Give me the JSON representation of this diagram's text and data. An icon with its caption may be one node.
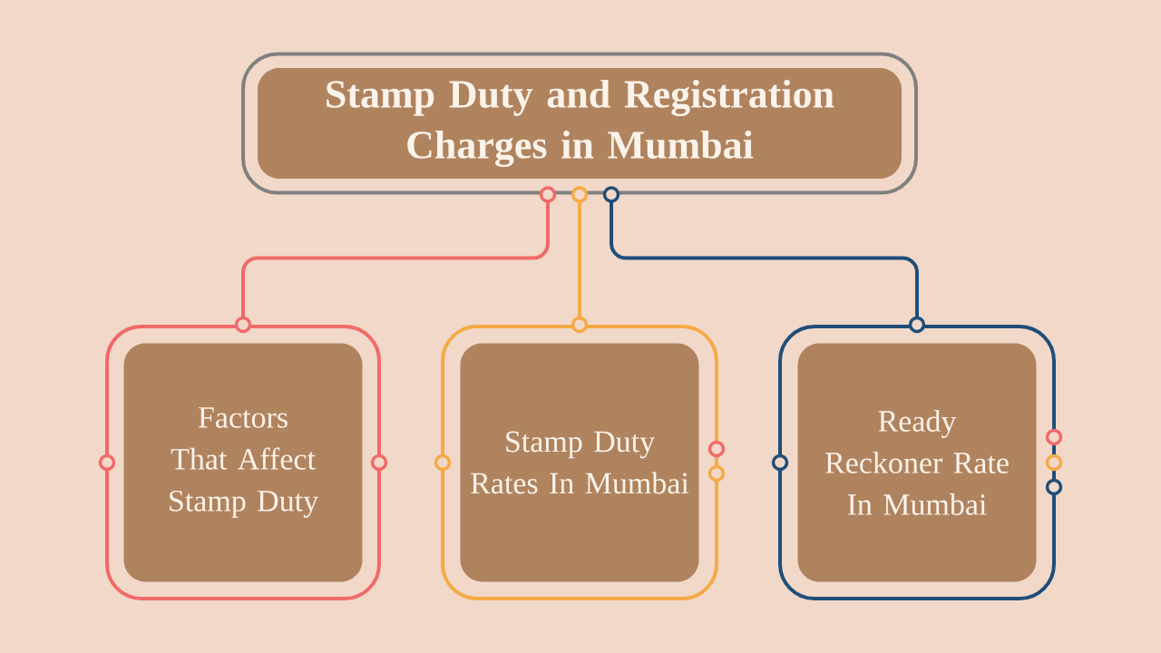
{
  "diagram": {
    "nodes": [
      {
        "text": [
          "Stamp Duty and Registration Charges in Mumbai"
        ]
      },
      {
        "text": [
          "Factors That Affect Stamp Duty"
        ]
      },
      {
        "text": [
          "Stamp Duty Rates In Mumbai"
        ]
      },
      {
        "text": [
          "Ready Reckoner Rate In Mumbai"
        ]
      }
    ],
    "edges": [
      {
        "from": 0,
        "to": 1,
        "arrow": "other",
        "color": "#f06a6a"
      },
      {
        "from": 0,
        "to": 2,
        "arrow": "other",
        "color": "#f5aa45"
      },
      {
        "from": 0,
        "to": 3,
        "arrow": "other",
        "color": "#1f4e79"
      }
    ]
  }
}
